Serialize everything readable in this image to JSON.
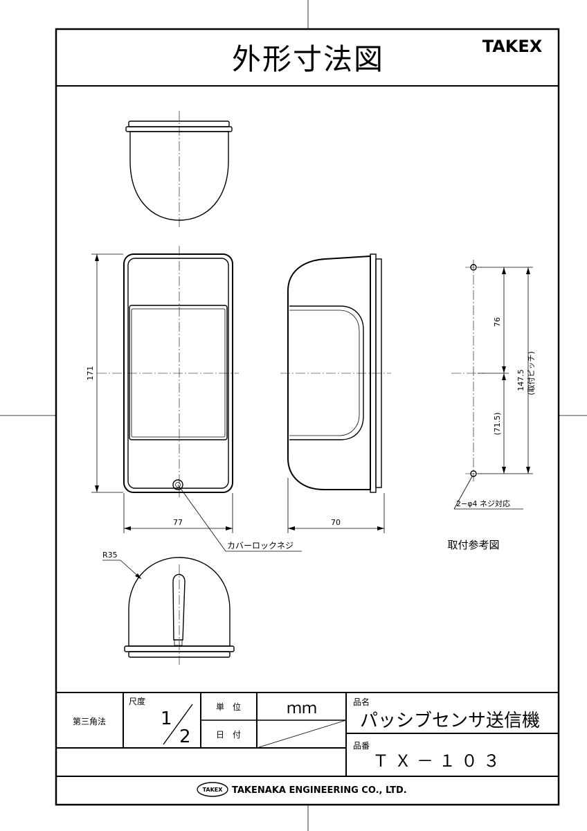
{
  "header": {
    "title": "外形寸法図",
    "brand": "TAKEX"
  },
  "dimensions": {
    "height": "171",
    "width_front": "77",
    "width_side": "70",
    "pitch_upper": "76",
    "pitch_lower": "(71.5)",
    "pitch_total": "147.5",
    "pitch_note": "(取付ピッチ)",
    "radius": "R35"
  },
  "annotations": {
    "screw_note": "カバーロックネジ",
    "hole_note": "2−φ4 ネジ対応",
    "mount_ref_title": "取付参考図"
  },
  "title_block": {
    "projection": "第三角法",
    "scale_label": "尺度",
    "scale_num": "1",
    "scale_den": "2",
    "unit_label": "単　位",
    "unit_value": "ｍｍ",
    "date_label": "日　付",
    "date_value": "",
    "name_label": "品名",
    "name_value": "パッシブセンサ送信機",
    "number_label": "品番",
    "number_value": "ＴＸ－１０３"
  },
  "footer": {
    "logo_text": "TAKEX",
    "company": "TAKENAKA ENGINEERING CO., LTD."
  }
}
